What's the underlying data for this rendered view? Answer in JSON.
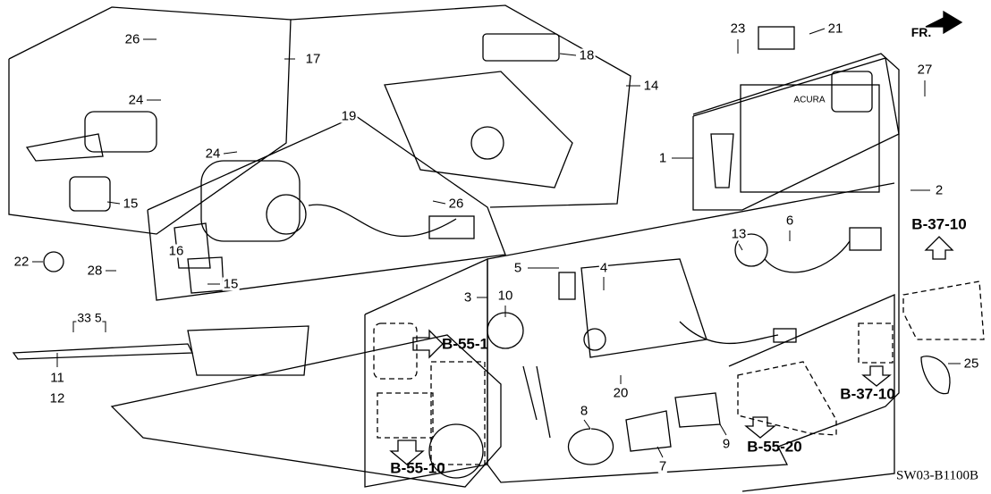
{
  "diagram_code": "SW03-B1100B",
  "direction_label": "FR.",
  "key_dimensions": "33 5",
  "part_numbers": [
    "26",
    "17",
    "24",
    "15",
    "22",
    "28",
    "16",
    "15",
    "24",
    "26",
    "19",
    "14",
    "18",
    "23",
    "21",
    "27",
    "1",
    "2",
    "6",
    "13",
    "5",
    "4",
    "3",
    "10",
    "11",
    "12",
    "20",
    "8",
    "7",
    "9",
    "25"
  ],
  "reference_labels": [
    "B-37-10",
    "B-55-1",
    "B-37-10",
    "B-55-20",
    "B-55-10"
  ],
  "emblem_text": "ACURA",
  "colors": {
    "line": "#000000",
    "background": "#ffffff"
  }
}
